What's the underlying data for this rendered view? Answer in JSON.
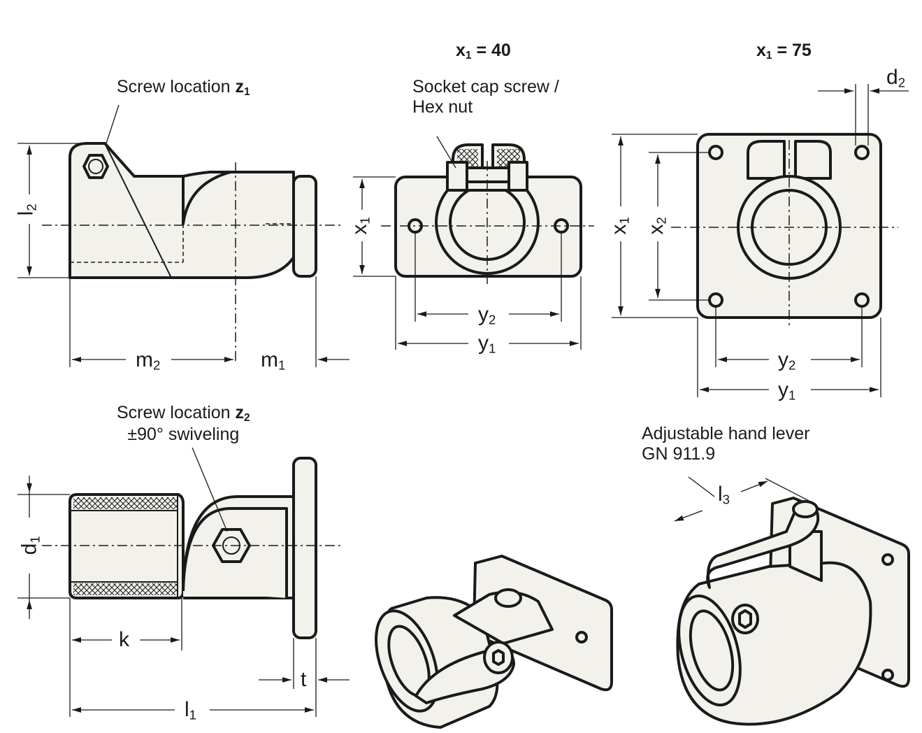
{
  "headers": {
    "x1_40": {
      "base": "x",
      "sub": "1",
      "rest": " = 40"
    },
    "x1_75": {
      "base": "x",
      "sub": "1",
      "rest": " = 75"
    }
  },
  "notes": {
    "screw_z1": {
      "text": "Screw location ",
      "base": "z",
      "sub": "1"
    },
    "screw_z2": {
      "text": "Screw location ",
      "base": "z",
      "sub": "2",
      "line2": "±90° swiveling"
    },
    "socket_cap": {
      "line1": "Socket cap screw /",
      "line2": "Hex nut"
    },
    "hand_lever": {
      "line1": "Adjustable hand lever",
      "line2": "GN 911.9"
    }
  },
  "dimensions": {
    "l2": {
      "base": "l",
      "sub": "2"
    },
    "m2": {
      "base": "m",
      "sub": "2"
    },
    "m1": {
      "base": "m",
      "sub": "1"
    },
    "x1": {
      "base": "x",
      "sub": "1"
    },
    "y1": {
      "base": "y",
      "sub": "1"
    },
    "y2": {
      "base": "y",
      "sub": "2"
    },
    "x2": {
      "base": "x",
      "sub": "2"
    },
    "d2": {
      "base": "d",
      "sub": "2"
    },
    "d1": {
      "base": "d",
      "sub": "1"
    },
    "k": {
      "base": "k",
      "sub": ""
    },
    "l1": {
      "base": "l",
      "sub": "1"
    },
    "t": {
      "base": "t",
      "sub": ""
    },
    "l3": {
      "base": "l",
      "sub": "3"
    }
  }
}
